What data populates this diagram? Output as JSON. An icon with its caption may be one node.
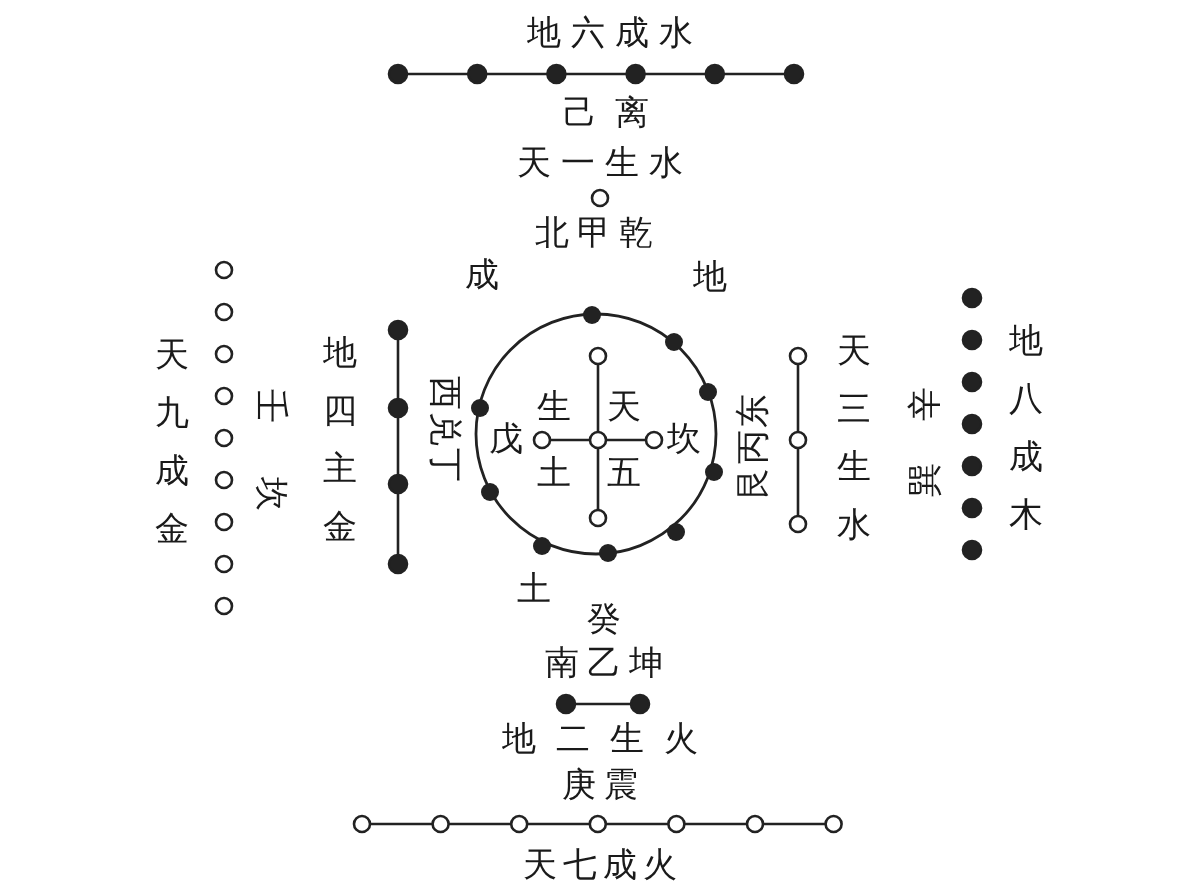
{
  "diagram": {
    "labels": [
      "地六成水",
      "己离",
      "天一生水",
      "北甲乾",
      "成",
      "地",
      "天九成金",
      "壬",
      "坎",
      "地四主金",
      "西兑丁",
      "生",
      "天",
      "戊",
      "坎",
      "土",
      "五",
      "艮丙东",
      "天三生水",
      "辛",
      "巽",
      "地八成木",
      "土",
      "癸",
      "南乙坤",
      "地二生火",
      "庚震",
      "天七成火"
    ]
  }
}
